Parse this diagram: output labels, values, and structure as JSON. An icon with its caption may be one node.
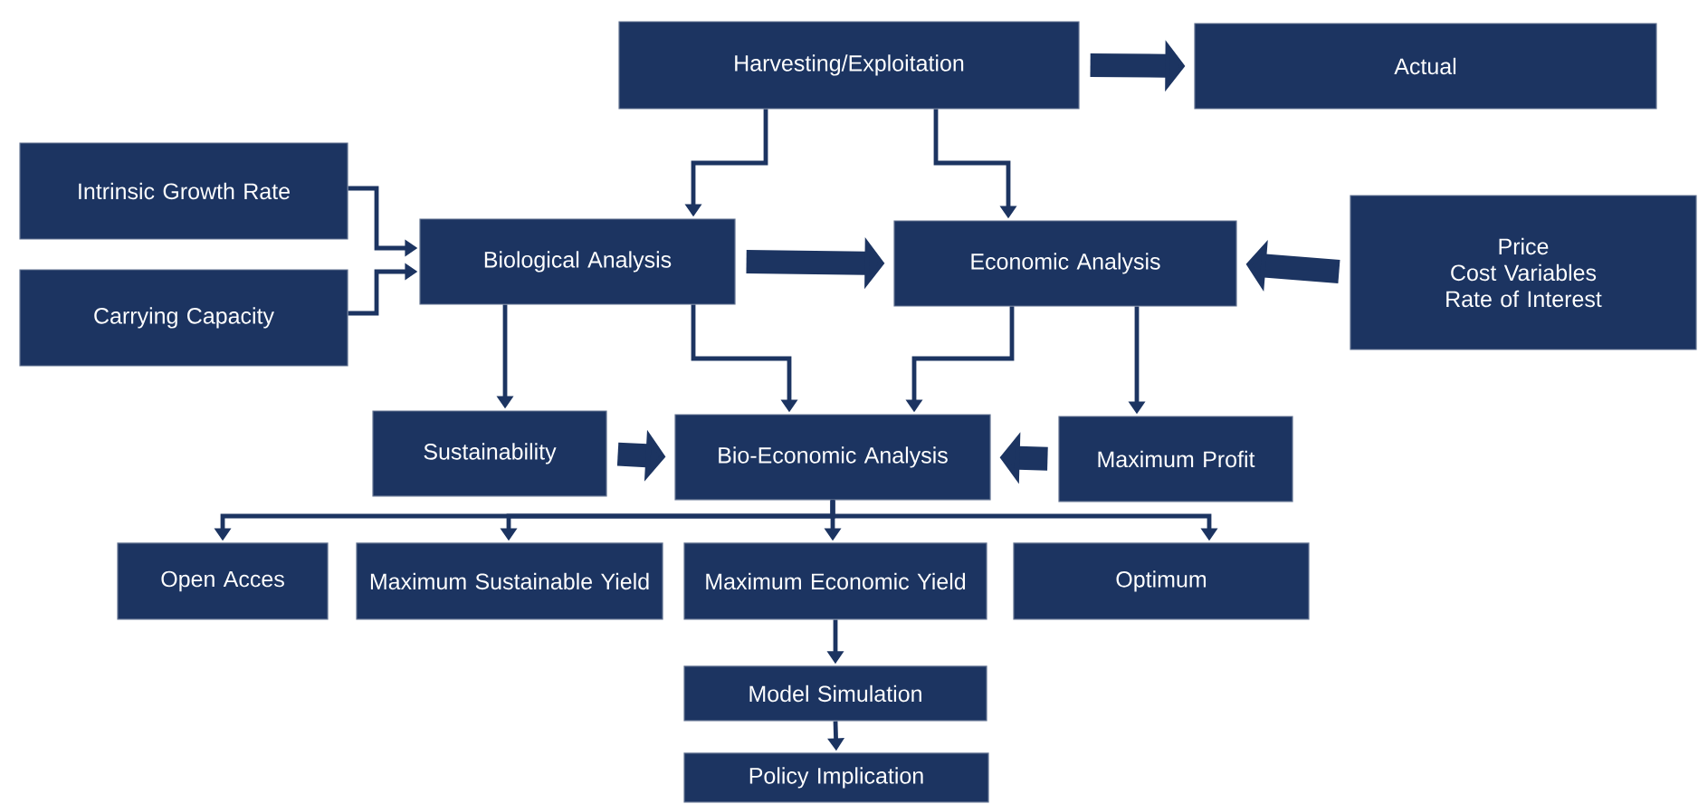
{
  "diagram": {
    "nodes": [
      {
        "text": [
          "Harvesting/Exploitation"
        ]
      },
      {
        "text": [
          "Actual"
        ]
      },
      {
        "text": [
          "Intrinsic Growth Rate"
        ]
      },
      {
        "text": [
          "Biological Analysis"
        ]
      },
      {
        "text": [
          "Economic Analysis"
        ]
      },
      {
        "text": [
          "Price",
          "Cost Variables",
          "Rate of Interest"
        ]
      },
      {
        "text": [
          "Carrying Capacity"
        ]
      },
      {
        "text": [
          "Sustainability"
        ]
      },
      {
        "text": [
          "Bio-Economic Analysis"
        ]
      },
      {
        "text": [
          "Maximum Profit"
        ]
      },
      {
        "text": [
          "Open Acces"
        ]
      },
      {
        "text": [
          "Maximum Sustainable Yield"
        ]
      },
      {
        "text": [
          "Maximum Economic Yield"
        ]
      },
      {
        "text": [
          "Optimum"
        ]
      },
      {
        "text": [
          "Model Simulation"
        ]
      },
      {
        "text": [
          "Policy Implication"
        ]
      }
    ],
    "edges": [
      {
        "from": 0,
        "to": 1,
        "arrow": "to",
        "style": "thick"
      },
      {
        "from": 0,
        "to": 3,
        "arrow": "to"
      },
      {
        "from": 0,
        "to": 4,
        "arrow": "to"
      },
      {
        "from": 2,
        "to": 3,
        "arrow": "to"
      },
      {
        "from": 6,
        "to": 3,
        "arrow": "to"
      },
      {
        "from": 3,
        "to": 4,
        "arrow": "to",
        "style": "thick"
      },
      {
        "from": 5,
        "to": 4,
        "arrow": "to",
        "style": "thick"
      },
      {
        "from": 3,
        "to": 7,
        "arrow": "to"
      },
      {
        "from": 3,
        "to": 8,
        "arrow": "to"
      },
      {
        "from": 4,
        "to": 8,
        "arrow": "to"
      },
      {
        "from": 4,
        "to": 9,
        "arrow": "to"
      },
      {
        "from": 7,
        "to": 8,
        "arrow": "to",
        "style": "thick"
      },
      {
        "from": 9,
        "to": 8,
        "arrow": "to",
        "style": "thick"
      },
      {
        "from": 8,
        "to": 10,
        "arrow": "to"
      },
      {
        "from": 8,
        "to": 11,
        "arrow": "to"
      },
      {
        "from": 8,
        "to": 12,
        "arrow": "to"
      },
      {
        "from": 8,
        "to": 13,
        "arrow": "to"
      },
      {
        "from": 12,
        "to": 14,
        "arrow": "to"
      },
      {
        "from": 14,
        "to": 15,
        "arrow": "to"
      }
    ]
  }
}
